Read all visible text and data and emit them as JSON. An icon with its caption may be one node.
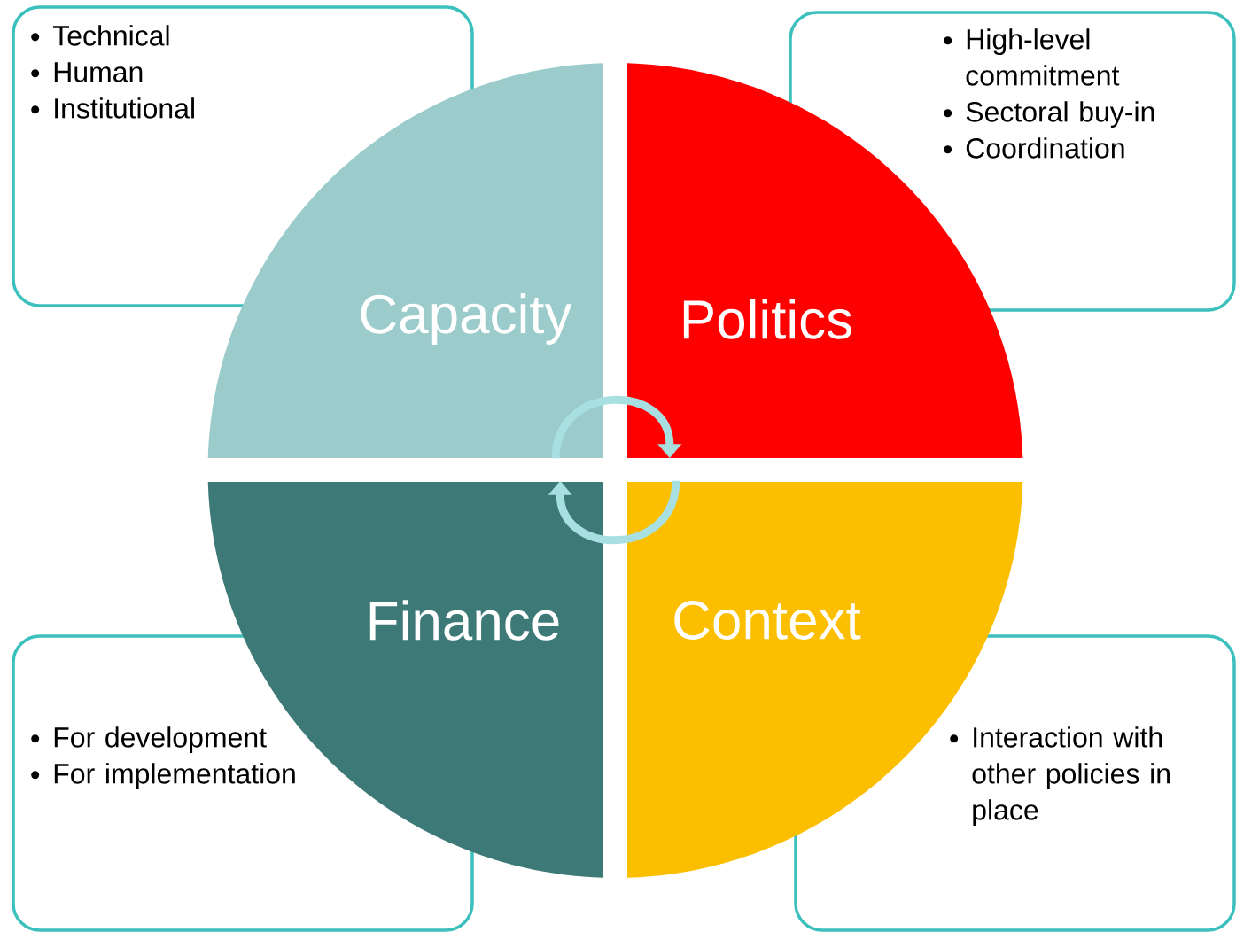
{
  "diagram": {
    "nodes": [
      {
        "text": [
          "Technical",
          "Human",
          "Institutional"
        ]
      },
      {
        "text": [
          "High-level commitment",
          "Sectoral buy-in",
          "Coordination"
        ]
      },
      {
        "text": [
          "Capacity"
        ]
      },
      {
        "text": [
          "Politics"
        ]
      },
      {
        "text": [
          "Finance"
        ]
      },
      {
        "text": [
          "Context"
        ]
      },
      {
        "text": [
          "For development",
          "For implementation"
        ]
      },
      {
        "text": [
          "Interaction with other policies in place"
        ]
      }
    ],
    "edges": [
      {
        "from": 2,
        "to": 3,
        "arrow": "to"
      },
      {
        "from": 5,
        "to": 4,
        "arrow": "to"
      }
    ]
  }
}
